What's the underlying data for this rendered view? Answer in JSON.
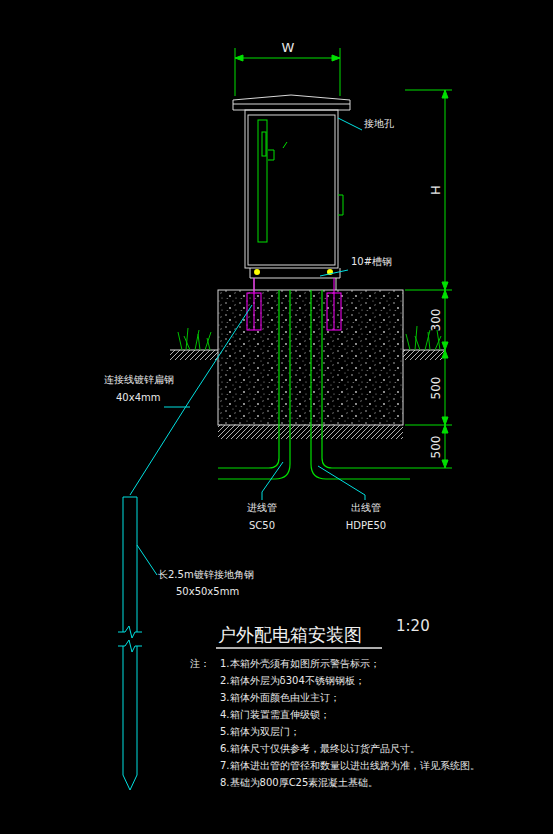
{
  "diagram": {
    "title": "户外配电箱安装图",
    "labels": [
      "W",
      "接地孔",
      "10#槽钢",
      "H",
      "300",
      "500",
      "500",
      "连接线镀锌扁钢",
      "40x4mm",
      "进线管",
      "SC50",
      "出线管",
      "HDPE50",
      "长2.5m镀锌接地角钢",
      "50x50x5mm",
      "1:20",
      "注：",
      "1.本箱外壳须有如图所示警告标示；",
      "2.箱体外层为δ304不锈钢钢板；",
      "3.箱体外面颜色由业主订；",
      "4.箱门装置需直伸级锁；",
      "5.箱体为双层门；",
      "6.箱体尺寸仅供参考，最终以订货产品尺寸。",
      "7.箱体进出管的管径和数量以进出线路为准，详见系统图。",
      "8.基础为800厚C25素混凝土基础。"
    ]
  }
}
